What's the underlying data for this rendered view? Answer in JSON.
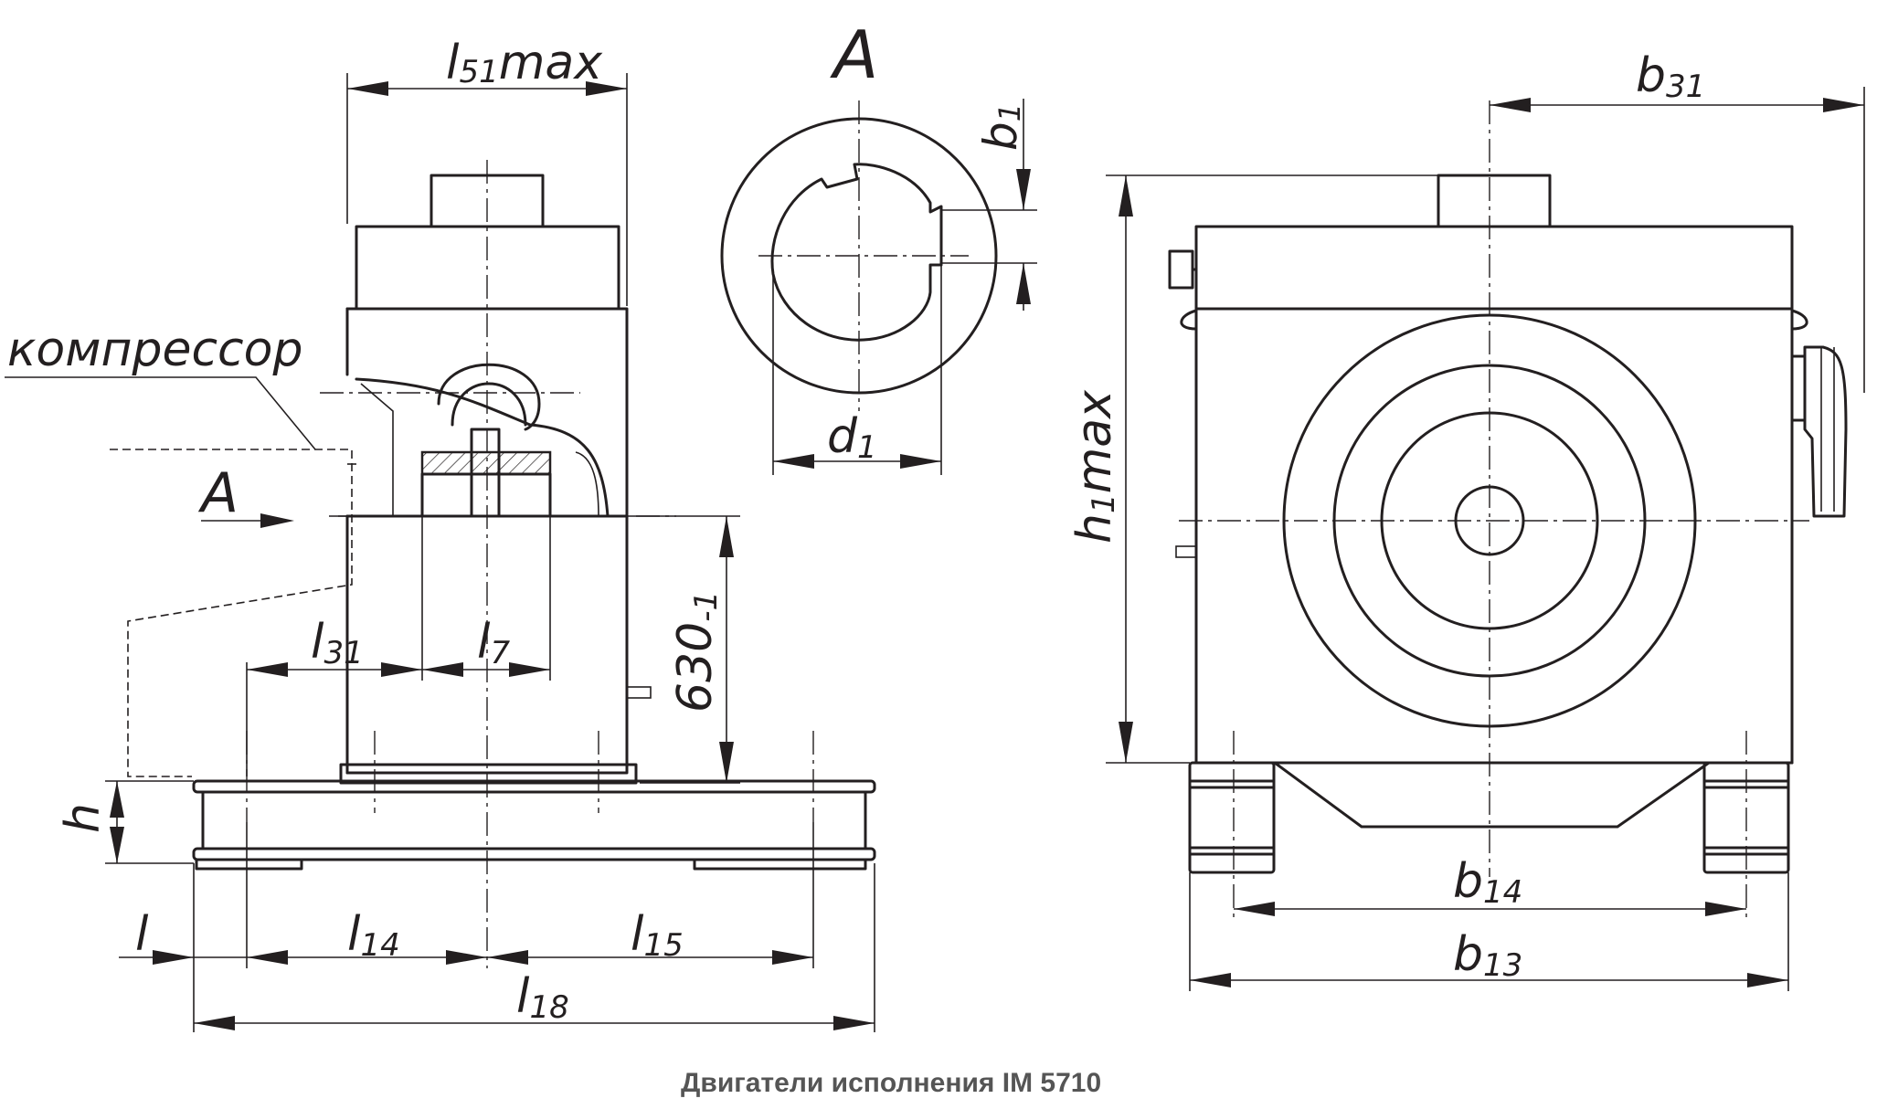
{
  "caption": "Двигатели исполнения IM 5710",
  "section_letter": "A",
  "view_letter": "A",
  "labels": {
    "compressor": "компрессор",
    "l51": "l",
    "l51_sub": "51",
    "l51_suffix": "max",
    "b31": "b",
    "b31_sub": "31",
    "b1": "b",
    "b1_sub": "1",
    "d1": "d",
    "d1_sub": "1",
    "h1": "h",
    "h1_sub": "1",
    "h1_suffix": "max",
    "l31": "l",
    "l31_sub": "31",
    "l7": "l",
    "l7_sub": "7",
    "dim630": "630",
    "dim630_sub": "-1",
    "h": "h",
    "l": "l",
    "l14": "l",
    "l14_sub": "14",
    "l15": "l",
    "l15_sub": "15",
    "l18": "l",
    "l18_sub": "18",
    "b14": "b",
    "b14_sub": "14",
    "b13": "b",
    "b13_sub": "13"
  }
}
